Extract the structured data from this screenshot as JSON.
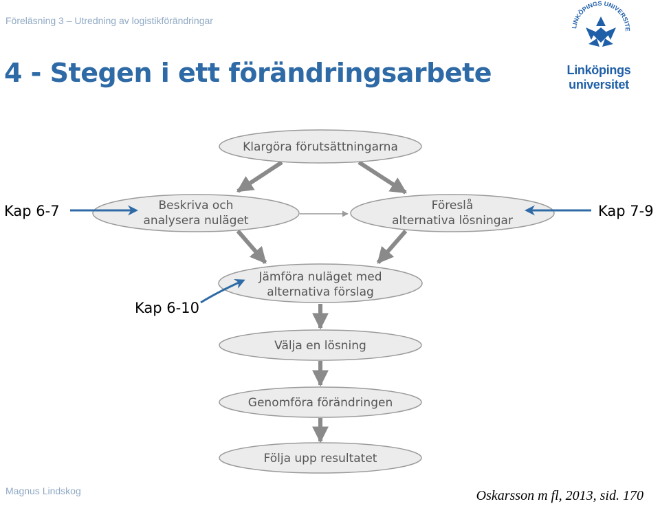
{
  "header": {
    "breadcrumb": "Föreläsning 3 – Utredning av logistikförändringar",
    "title": "4 - Stegen i ett förändringsarbete"
  },
  "logo": {
    "text": "Linköpings universitet",
    "seal_text": "LINKÖPINGS UNIVERSITET"
  },
  "diagram": {
    "nodes": [
      {
        "id": "klargora",
        "lines": [
          "Klargöra förutsättningarna"
        ]
      },
      {
        "id": "beskriva",
        "lines": [
          "Beskriva och",
          "analysera nuläget"
        ]
      },
      {
        "id": "foresla",
        "lines": [
          "Föreslå",
          "alternativa lösningar"
        ]
      },
      {
        "id": "jamfora",
        "lines": [
          "Jämföra nuläget med",
          "alternativa förslag"
        ]
      },
      {
        "id": "valja",
        "lines": [
          "Välja en lösning"
        ]
      },
      {
        "id": "genomfora",
        "lines": [
          "Genomföra förändringen"
        ]
      },
      {
        "id": "folja",
        "lines": [
          "Följa upp resultatet"
        ]
      }
    ],
    "annotations": [
      {
        "id": "kap67",
        "text": "Kap 6-7"
      },
      {
        "id": "kap79",
        "text": "Kap 7-9"
      },
      {
        "id": "kap610",
        "text": "Kap 6-10"
      }
    ],
    "colors": {
      "ellipse_fill": "#ececec",
      "ellipse_stroke": "#9a9a9a",
      "gray_arrow": "#8a8a8a",
      "blue_arrow": "#2e6aa6"
    }
  },
  "footer": {
    "author": "Magnus Lindskog",
    "citation": "Oskarsson m fl, 2013, sid. 170"
  }
}
